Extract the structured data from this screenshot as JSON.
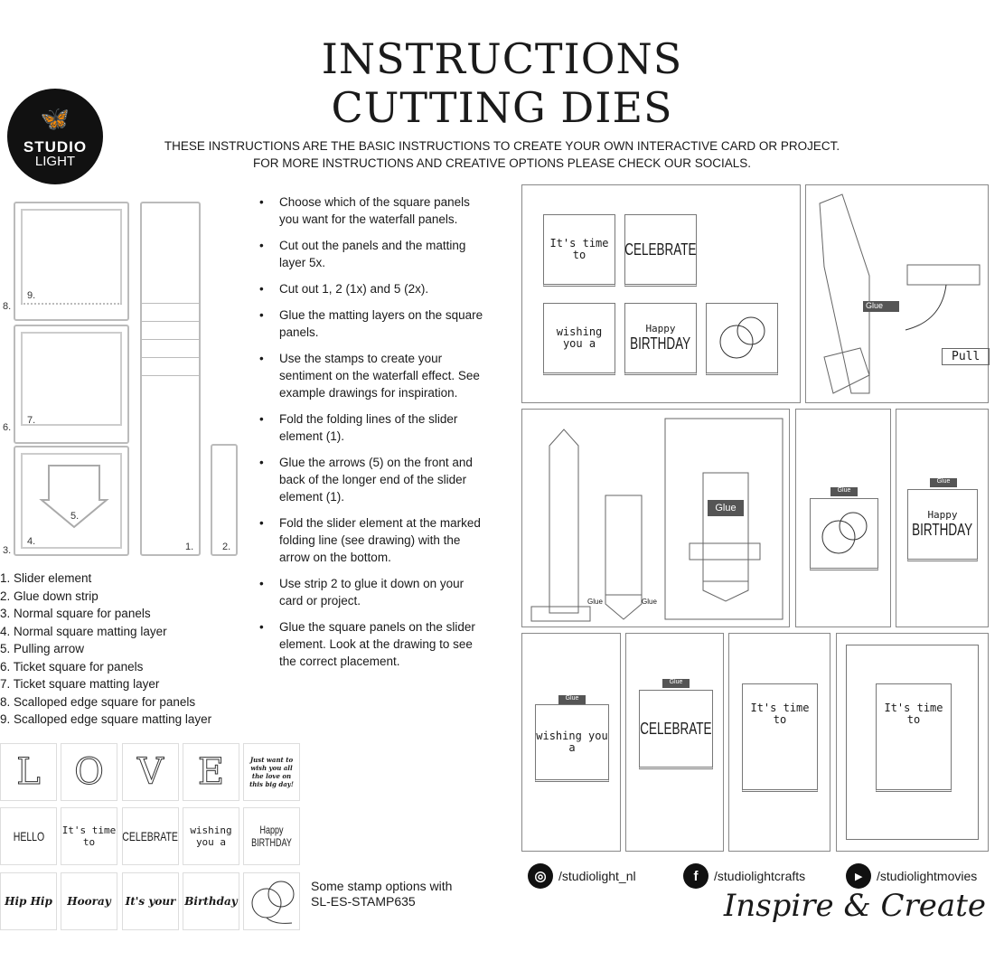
{
  "logo": {
    "brand": "STUDIO",
    "sub": "LIGHT"
  },
  "title": {
    "line1": "INSTRUCTIONS",
    "line2": "CUTTING DIES"
  },
  "subtitle": {
    "line1": "THESE INSTRUCTIONS ARE THE BASIC INSTRUCTIONS TO CREATE YOUR OWN INTERACTIVE CARD OR PROJECT.",
    "line2": "FOR MORE INSTRUCTIONS AND CREATIVE OPTIONS PLEASE CHECK OUR SOCIALS."
  },
  "die_numbers": [
    "1.",
    "2.",
    "3.",
    "4.",
    "5.",
    "6.",
    "7.",
    "8.",
    "9."
  ],
  "legend": [
    "1. Slider element",
    "2. Glue down strip",
    "3. Normal square for panels",
    "4. Normal square matting layer",
    "5. Pulling arrow",
    "6. Ticket square for panels",
    "7. Ticket square matting layer",
    "8. Scalloped edge square for panels",
    "9. Scalloped edge square matting layer"
  ],
  "steps": [
    "Choose which of the square panels you want for the waterfall panels.",
    "Cut out the panels and the matting layer 5x.",
    "Cut out 1, 2 (1x) and 5 (2x).",
    "Glue the matting layers on the square panels.",
    "Use the stamps to create your sentiment on the waterfall effect. See example drawings for inspiration.",
    "Fold the folding lines of the slider element (1).",
    "Glue the arrows (5) on the front and back of the longer end of the slider element (1).",
    "Fold the slider element at the marked folding line (see drawing) with the arrow on the bottom.",
    "Use strip 2 to glue it down on your card or project.",
    "Glue the square panels on the slider element. Look at the drawing to see the correct placement."
  ],
  "stamps": {
    "row1": [
      "L",
      "O",
      "V",
      "E",
      "Just want to wish you all the love on this big day!"
    ],
    "row2": [
      "HELLO",
      "It's time to",
      "CELEBRATE",
      "wishing you a",
      "Happy BIRTHDAY"
    ],
    "row3": [
      "Hip Hip",
      "Hooray",
      "It's your",
      "Birthday"
    ],
    "caption1": "Some stamp options with",
    "caption2": "SL-ES-STAMP635"
  },
  "drawings": {
    "its_time": "It's time to",
    "celebrate": "CELEBRATE",
    "wishing": "wishing you a",
    "happy": "Happy",
    "birthday": "BIRTHDAY",
    "glue": "Glue",
    "pull": "Pull"
  },
  "socials": [
    {
      "icon": "instagram-icon",
      "handle": "/studiolight_nl"
    },
    {
      "icon": "facebook-icon",
      "handle": "/studiolightcrafts"
    },
    {
      "icon": "youtube-icon",
      "handle": "/studiolightmovies"
    }
  ],
  "tagline": "Inspire & Create"
}
